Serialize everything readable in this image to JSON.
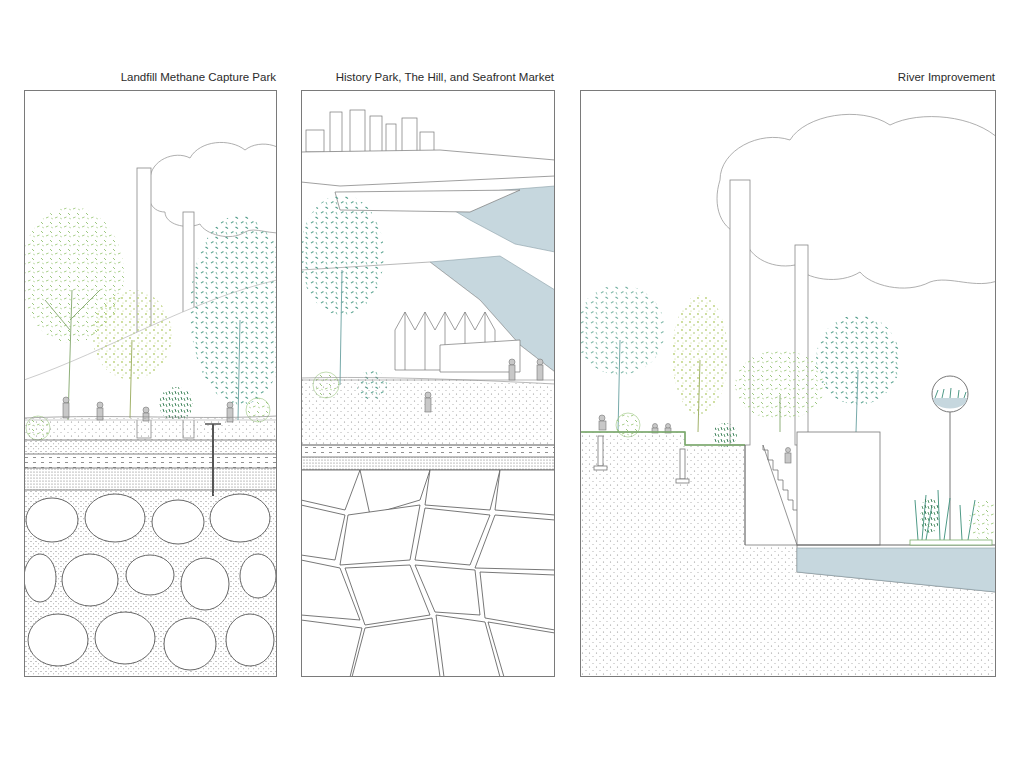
{
  "diagram": {
    "nodes": [
      {
        "text": [
          "Landfill Methane Capture Park"
        ]
      },
      {
        "text": [
          "History Park, The Hill, and Seafront Market"
        ]
      },
      {
        "text": [
          "River Improvement"
        ]
      }
    ]
  }
}
